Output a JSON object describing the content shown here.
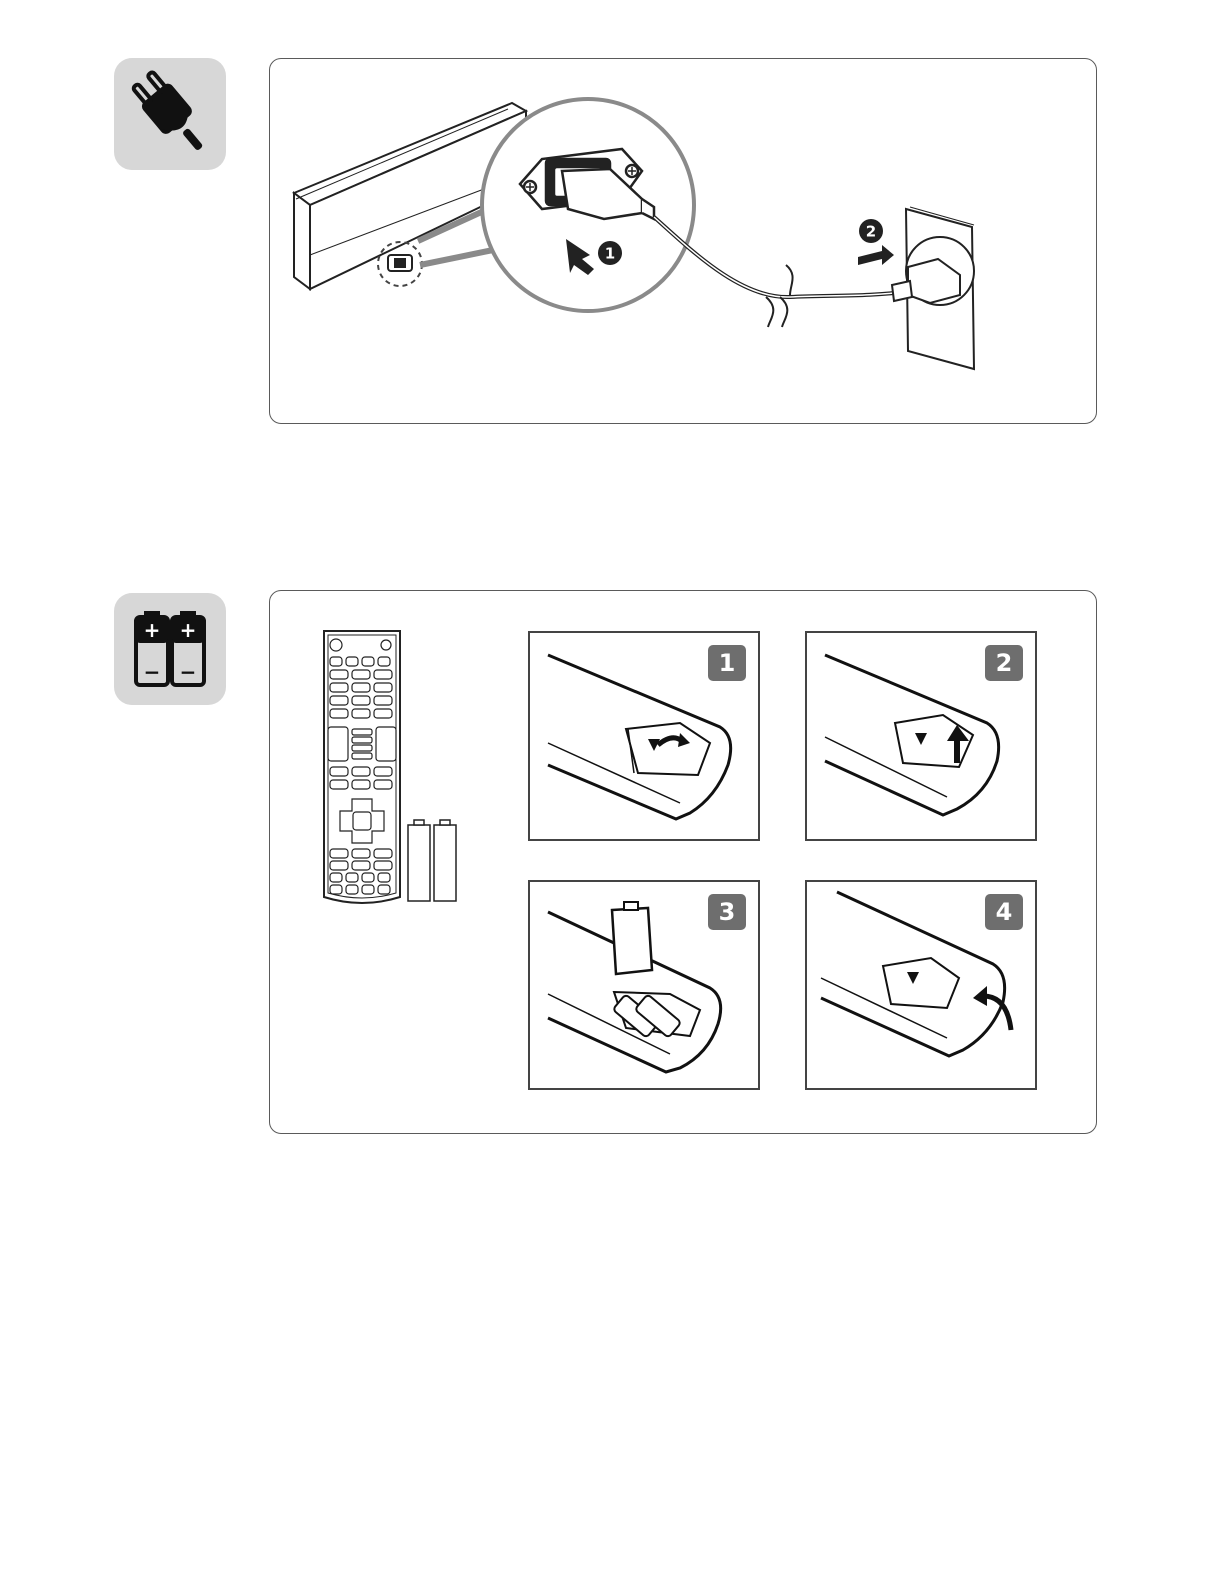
{
  "section_power": {
    "icon": "power-plug-icon",
    "callouts": [
      "1",
      "2"
    ]
  },
  "section_batteries": {
    "icon": "batteries-icon",
    "battery_signs": [
      "+",
      "−"
    ],
    "steps": [
      {
        "number": "1"
      },
      {
        "number": "2"
      },
      {
        "number": "3"
      },
      {
        "number": "4"
      }
    ]
  },
  "colors": {
    "tile": "#d7d7d7",
    "line": "#222222",
    "badge": "#6e6e6e",
    "magnifier": "#8a8a8a"
  }
}
